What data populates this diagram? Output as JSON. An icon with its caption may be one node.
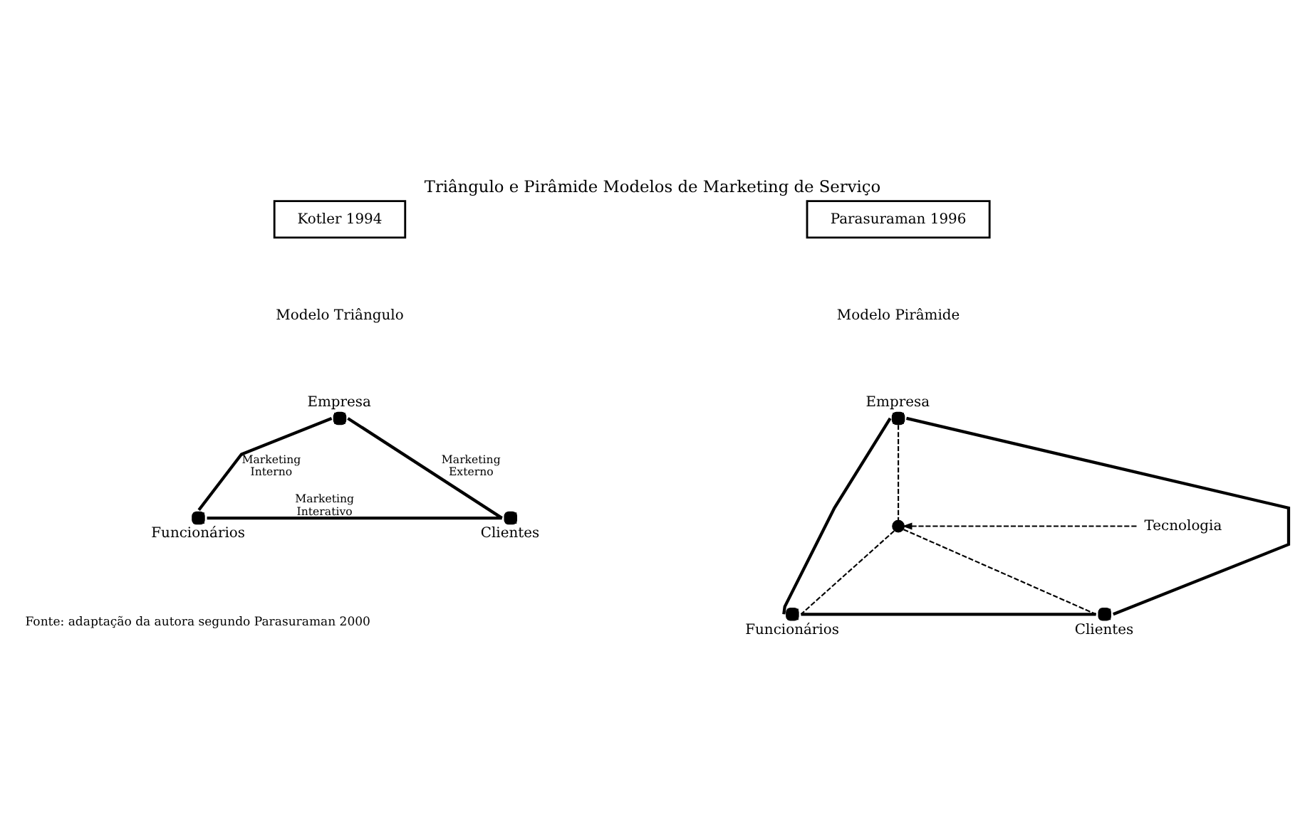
{
  "diagram": {
    "title": "Triângulo e Pirâmide Modelos de Marketing de Serviço",
    "caption": "Fonte: adaptação da autora segundo Parasuraman 2000",
    "nodes": [
      {
        "text": [
          "Kotler 1994"
        ]
      },
      {
        "text": [
          "Parasuraman 1996"
        ]
      },
      {
        "text": [],
        "shape": "circle",
        "beside": [
          "Empresa"
        ]
      },
      {
        "text": [],
        "shape": "circle",
        "beside": [
          "Funcionários"
        ]
      },
      {
        "text": [],
        "shape": "circle",
        "beside": [
          "Clientes"
        ]
      },
      {
        "text": [],
        "shape": "circle",
        "beside": [
          "Empresa"
        ]
      },
      {
        "text": [
          "Tecnologia"
        ]
      },
      {
        "text": [],
        "shape": "circle"
      },
      {
        "text": [],
        "shape": "circle",
        "beside": [
          "Funcionários"
        ]
      },
      {
        "text": [],
        "shape": "circle",
        "beside": [
          "Clientes"
        ]
      }
    ],
    "edges": [
      {
        "from": 2,
        "to": 3,
        "arrow": "none",
        "label": "Marketing Interno"
      },
      {
        "from": 2,
        "to": 4,
        "arrow": "none",
        "label": "Marketing Externo"
      },
      {
        "from": 3,
        "to": 4,
        "arrow": "none",
        "label": "Marketing Interativo"
      },
      {
        "from": 5,
        "to": 8,
        "arrow": "none"
      },
      {
        "from": 5,
        "to": 9,
        "arrow": "none"
      },
      {
        "from": 8,
        "to": 9,
        "arrow": "none"
      },
      {
        "from": 5,
        "to": 7,
        "arrow": "none",
        "style": "dashed"
      },
      {
        "from": 7,
        "to": 8,
        "arrow": "none",
        "style": "dashed"
      },
      {
        "from": 7,
        "to": 9,
        "arrow": "none",
        "style": "dashed"
      },
      {
        "from": 6,
        "to": 7,
        "arrow": "to",
        "style": "dashed"
      }
    ],
    "labels": [
      "Modelo Triângulo",
      "Modelo Pirâmide"
    ]
  }
}
